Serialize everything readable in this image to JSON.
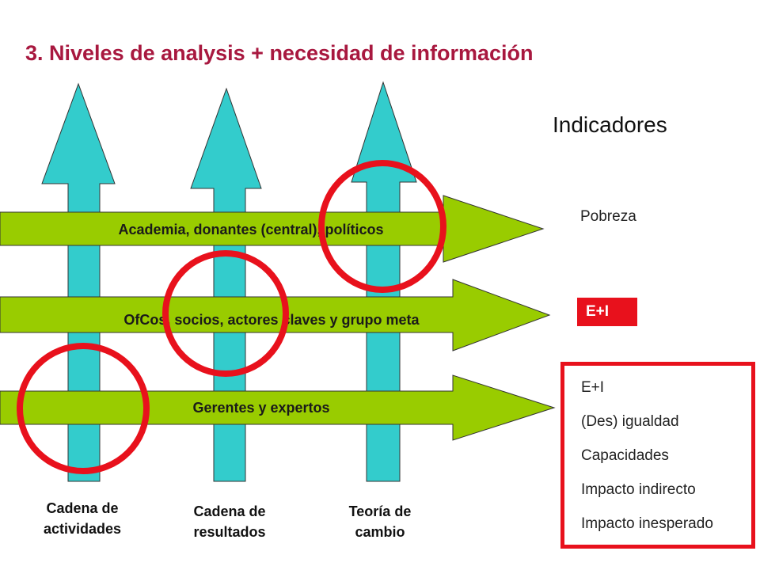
{
  "title": "3. Niveles de analysis + necesidad de información",
  "indicators": {
    "heading": "Indicadores",
    "pobreza": "Pobreza",
    "ei_badge": "E+I",
    "list": [
      "E+I",
      "(Des) igualdad",
      "Capacidades",
      "Impacto indirecto",
      "Impacto inesperado"
    ]
  },
  "levels": [
    {
      "label": "Academia, donantes (central), políticos"
    },
    {
      "label": "OfCos, socios, actores claves y grupo meta"
    },
    {
      "label": "Gerentes y expertos"
    }
  ],
  "columns": [
    {
      "line1": "Cadena de",
      "line2": "actividades"
    },
    {
      "line1": "Cadena de",
      "line2": "resultados"
    },
    {
      "line1": "Teoría de",
      "line2": "cambio"
    }
  ],
  "colors": {
    "title": "#a8183f",
    "up_arrow": "#33cccc",
    "right_arrow": "#99cc00",
    "highlight": "#e8111c"
  }
}
